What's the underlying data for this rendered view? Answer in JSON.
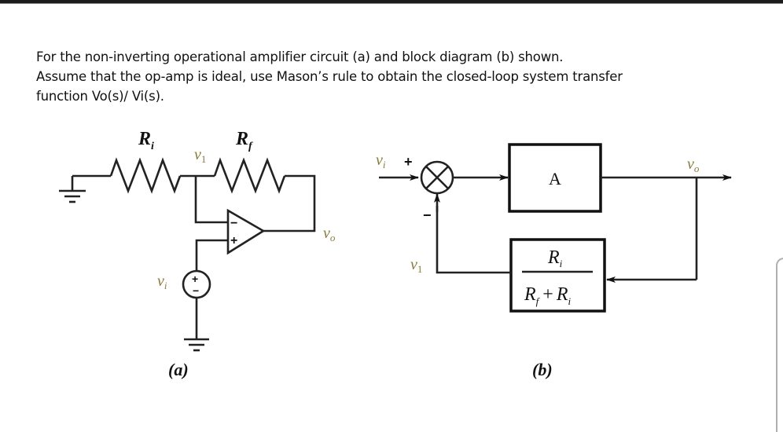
{
  "question": {
    "lines": [
      "For the non-inverting operational amplifier circuit (a) and block diagram (b) shown.",
      "Assume that the op-amp is ideal, use Mason’s rule to obtain the closed-loop system transfer",
      "function Vo(s)/ Vi(s)."
    ]
  },
  "circuit_a": {
    "caption": "(a)",
    "resistor_input_label": "R",
    "resistor_input_sub": "i",
    "resistor_feedback_label": "R",
    "resistor_feedback_sub": "f",
    "node_v1_label": "v",
    "node_v1_sub": "1",
    "output_label": "v",
    "output_sub": "o",
    "source_label": "v",
    "source_sub": "i",
    "opamp_minus": "−",
    "opamp_plus": "+",
    "source_plus": "+",
    "source_minus": "−"
  },
  "block_b": {
    "caption": "(b)",
    "input_label": "v",
    "input_sub": "i",
    "plus_sign": "+",
    "minus_sign": "−",
    "forward_block": "A",
    "output_label": "v",
    "output_sub": "o",
    "feedback_label": "v",
    "feedback_sub": "1",
    "feedback_num": "R",
    "feedback_num_sub": "i",
    "feedback_den_a": "R",
    "feedback_den_a_sub": "f",
    "feedback_den_op": "+",
    "feedback_den_b": "R",
    "feedback_den_b_sub": "i"
  },
  "colors": {
    "label_gold": "#8a7a3a",
    "line": "#222222",
    "top_bar": "#1c1c1c"
  }
}
